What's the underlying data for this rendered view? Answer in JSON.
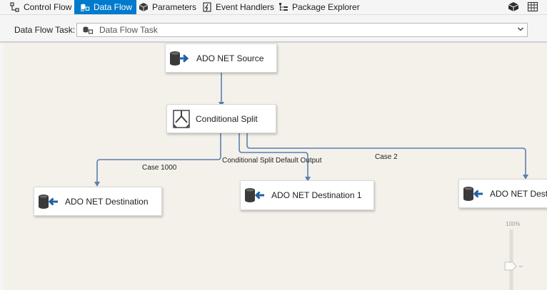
{
  "toolbar": {
    "tabs": [
      {
        "label": "Control Flow",
        "icon": "control-flow-icon",
        "active": false
      },
      {
        "label": "Data Flow",
        "icon": "data-flow-icon",
        "active": true
      },
      {
        "label": "Parameters",
        "icon": "parameters-icon",
        "active": false
      },
      {
        "label": "Event Handlers",
        "icon": "event-handlers-icon",
        "active": false
      },
      {
        "label": "Package Explorer",
        "icon": "package-explorer-icon",
        "active": false
      }
    ],
    "right_icons": [
      "package-icon",
      "variables-grid-icon"
    ]
  },
  "task_bar": {
    "label": "Data Flow Task:",
    "selected": "Data Flow Task"
  },
  "canvas": {
    "components": [
      {
        "label": "ADO NET Source",
        "kind": "source"
      },
      {
        "label": "Conditional Split",
        "kind": "transform"
      },
      {
        "label": "ADO NET Destination",
        "kind": "destination"
      },
      {
        "label": "ADO NET Destination 1",
        "kind": "destination"
      },
      {
        "label": "ADO NET Destination",
        "kind": "destination"
      }
    ],
    "paths": [
      {
        "from": "ADO NET Source",
        "to": "Conditional Split",
        "label": ""
      },
      {
        "from": "Conditional Split",
        "to": "ADO NET Destination",
        "label": "Case 1000"
      },
      {
        "from": "Conditional Split",
        "to": "ADO NET Destination 1",
        "label": "Conditional Split Default Output"
      },
      {
        "from": "Conditional Split",
        "to": "ADO NET Destination",
        "label": "Case 2"
      }
    ],
    "zoom": {
      "level": "100%"
    }
  },
  "colors": {
    "accent": "#007acc",
    "connector": "#5a7fb0",
    "arrow_blue": "#1f5fa8",
    "canvas_bg": "#f4f1ea"
  }
}
